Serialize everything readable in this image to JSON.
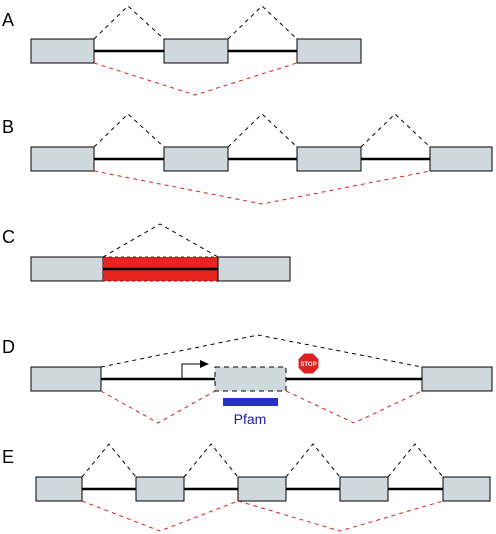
{
  "panels": [
    {
      "id": "A",
      "label": "A"
    },
    {
      "id": "B",
      "label": "B"
    },
    {
      "id": "C",
      "label": "C"
    },
    {
      "id": "D",
      "label": "D"
    },
    {
      "id": "E",
      "label": "E"
    }
  ],
  "annotations": {
    "pfam_label": "Pfam",
    "stop_sign": "STOP"
  },
  "colors": {
    "exon_fill": "#cfd8dc",
    "alternative_splice": "#d62020",
    "retained_intron": "#e8241f",
    "pfam_domain": "#2431c8",
    "stop_sign": "#e02020"
  },
  "icons": [
    "transcription-start-arrow-icon",
    "stop-sign-icon"
  ]
}
